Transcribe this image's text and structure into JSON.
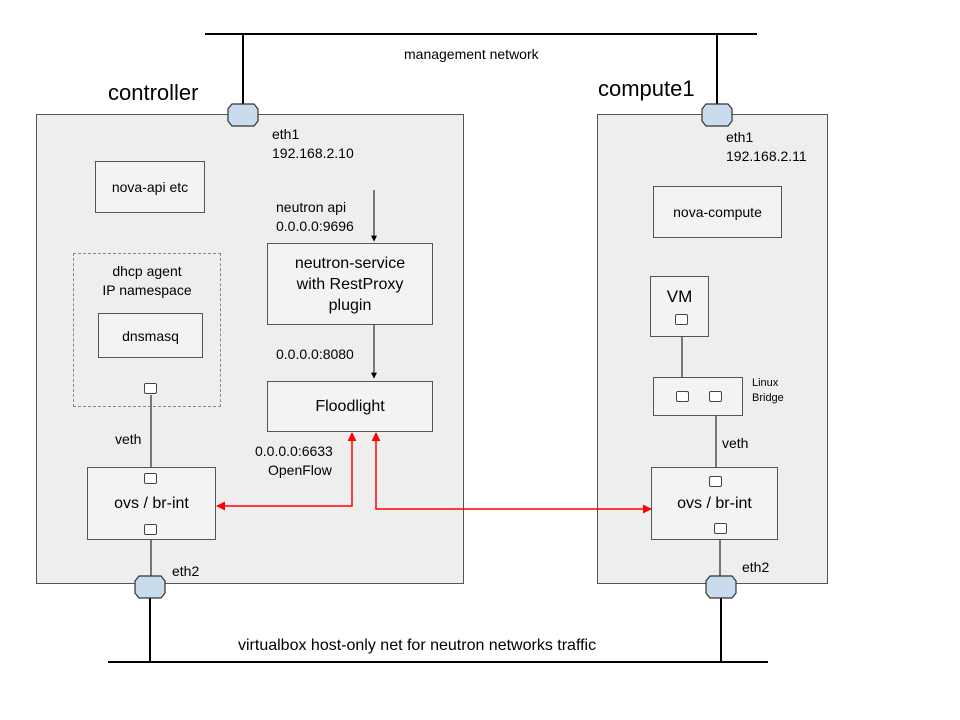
{
  "networks": {
    "management": "management network",
    "hostonly": "virtualbox host-only net for neutron networks traffic"
  },
  "controller": {
    "title": "controller",
    "eth1_label": "eth1",
    "eth1_ip": "192.168.2.10",
    "eth2_label": "eth2",
    "nova_api": "nova-api etc",
    "dhcp_label_1": "dhcp agent",
    "dhcp_label_2": "IP namespace",
    "dnsmasq": "dnsmasq",
    "veth": "veth",
    "ovs": "ovs / br-int",
    "neutron_api_label": "neutron api",
    "neutron_api_addr": "0.0.0.0:9696",
    "neutron_service_1": "neutron-service",
    "neutron_service_2": "with RestProxy",
    "neutron_service_3": "plugin",
    "rest_addr": "0.0.0.0:8080",
    "floodlight": "Floodlight",
    "openflow_addr": "0.0.0.0:6633",
    "openflow_label": "OpenFlow"
  },
  "compute": {
    "title": "compute1",
    "eth1_label": "eth1",
    "eth1_ip": "192.168.2.11",
    "eth2_label": "eth2",
    "nova_compute": "nova-compute",
    "vm": "VM",
    "bridge_1": "Linux",
    "bridge_2": "Bridge",
    "veth": "veth",
    "ovs": "ovs / br-int"
  },
  "colors": {
    "host_bg": "#eeeeee",
    "box_bg": "#f3f3f3",
    "nic_fill": "#c9dcee",
    "openflow_line": "#ff0000"
  }
}
